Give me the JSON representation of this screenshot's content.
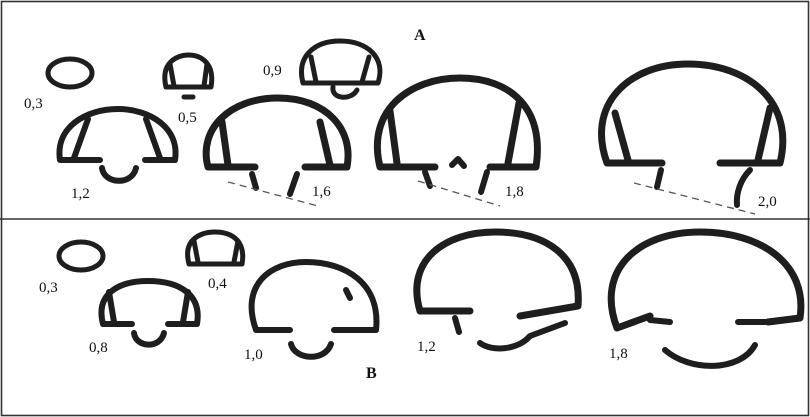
{
  "panels": [
    {
      "id": "A",
      "title": "A",
      "specimens": [
        {
          "label": "0,3"
        },
        {
          "label": "0,5"
        },
        {
          "label": "0,9"
        },
        {
          "label": "1,2"
        },
        {
          "label": "1,6"
        },
        {
          "label": "1,8"
        },
        {
          "label": "2,0"
        }
      ]
    },
    {
      "id": "B",
      "title": "B",
      "specimens": [
        {
          "label": "0,3"
        },
        {
          "label": "0,4"
        },
        {
          "label": "0,8"
        },
        {
          "label": "1,0"
        },
        {
          "label": "1,2"
        },
        {
          "label": "1,8"
        }
      ]
    }
  ],
  "colors": {
    "ink": "#1e1e1e",
    "frame": "#333333",
    "background": "#ffffff"
  }
}
